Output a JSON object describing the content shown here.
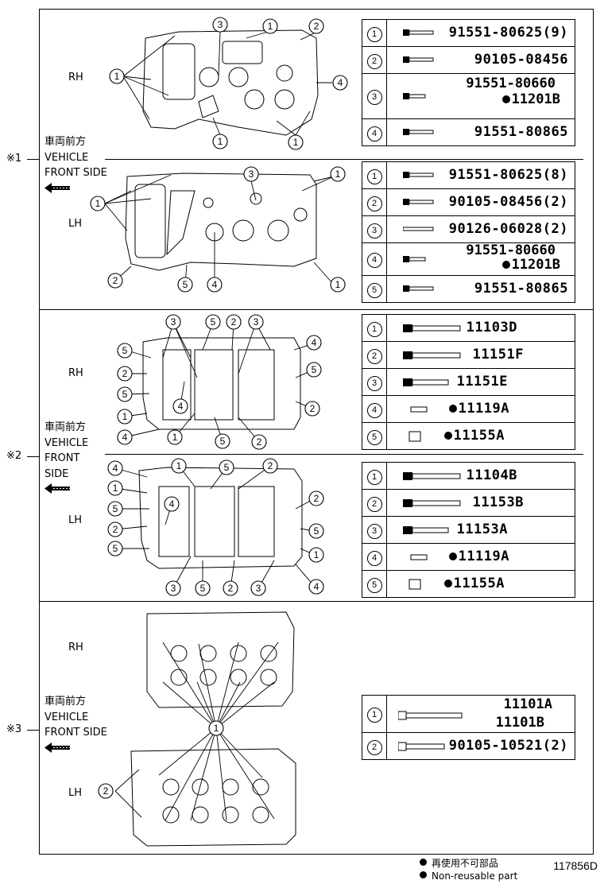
{
  "figure_code": "117856D",
  "legend": {
    "ja": "再使用不可部品",
    "en": "Non-reusable part"
  },
  "sections": [
    {
      "mark": "※1",
      "direction": {
        "ja": "車両前方",
        "l1": "VEHICLE",
        "l2": "FRONT SIDE"
      },
      "rh": {
        "label": "RH",
        "parts": [
          {
            "n": "1",
            "pn": "91551-80625(9)"
          },
          {
            "n": "2",
            "pn": "90105-08456"
          },
          {
            "n": "3",
            "pn": "91551-80660",
            "pn2": "11201B"
          },
          {
            "n": "4",
            "pn": "91551-80865"
          }
        ]
      },
      "lh": {
        "label": "LH",
        "parts": [
          {
            "n": "1",
            "pn": "91551-80625(8)"
          },
          {
            "n": "2",
            "pn": "90105-08456(2)"
          },
          {
            "n": "3",
            "pn": "90126-06028(2)"
          },
          {
            "n": "4",
            "pn": "91551-80660",
            "pn2": "11201B"
          },
          {
            "n": "5",
            "pn": "91551-80865"
          }
        ]
      }
    },
    {
      "mark": "※2",
      "direction": {
        "ja": "車両前方",
        "l1": "VEHICLE",
        "l2": "FRONT",
        "l3": "SIDE"
      },
      "rh": {
        "label": "RH",
        "parts": [
          {
            "n": "1",
            "pn": "11103D"
          },
          {
            "n": "2",
            "pn": "11151F"
          },
          {
            "n": "3",
            "pn": "11151E"
          },
          {
            "n": "4",
            "pn": "11119A"
          },
          {
            "n": "5",
            "pn": "11155A"
          }
        ]
      },
      "lh": {
        "label": "LH",
        "parts": [
          {
            "n": "1",
            "pn": "11104B"
          },
          {
            "n": "2",
            "pn": "11153B"
          },
          {
            "n": "3",
            "pn": "11153A"
          },
          {
            "n": "4",
            "pn": "11119A"
          },
          {
            "n": "5",
            "pn": "11155A"
          }
        ]
      }
    },
    {
      "mark": "※3",
      "direction": {
        "ja": "車両前方",
        "l1": "VEHICLE",
        "l2": "FRONT SIDE"
      },
      "rh": {
        "label": "RH"
      },
      "lh": {
        "label": "LH"
      },
      "parts": [
        {
          "n": "1",
          "pn": "11101A",
          "pn2": "11101B"
        },
        {
          "n": "2",
          "pn": "90105-10521(2)"
        }
      ]
    }
  ]
}
